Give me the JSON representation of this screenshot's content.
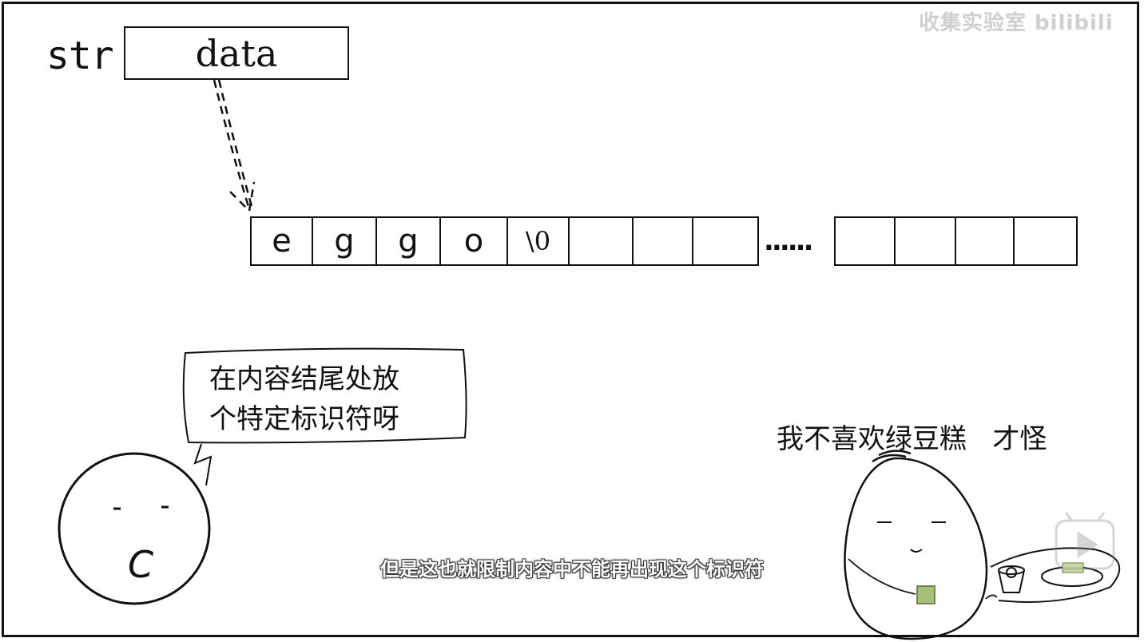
{
  "variable": {
    "name": "str",
    "value": "data"
  },
  "array": {
    "cells_left": [
      "e",
      "g",
      "g",
      "o",
      "\\0",
      "",
      "",
      ""
    ],
    "ellipsis": "......",
    "cells_right": [
      "",
      "",
      "",
      ""
    ]
  },
  "speech_bubble": {
    "line1": "在内容结尾处放",
    "line2": "个特定标识符呀"
  },
  "egg_caption": "我不喜欢绿豆糕   才怪",
  "face_letter": "C",
  "subtitle": "但是这也就限制内容中不能再出现这个标识符",
  "watermark": "收集实验室 bilibili"
}
